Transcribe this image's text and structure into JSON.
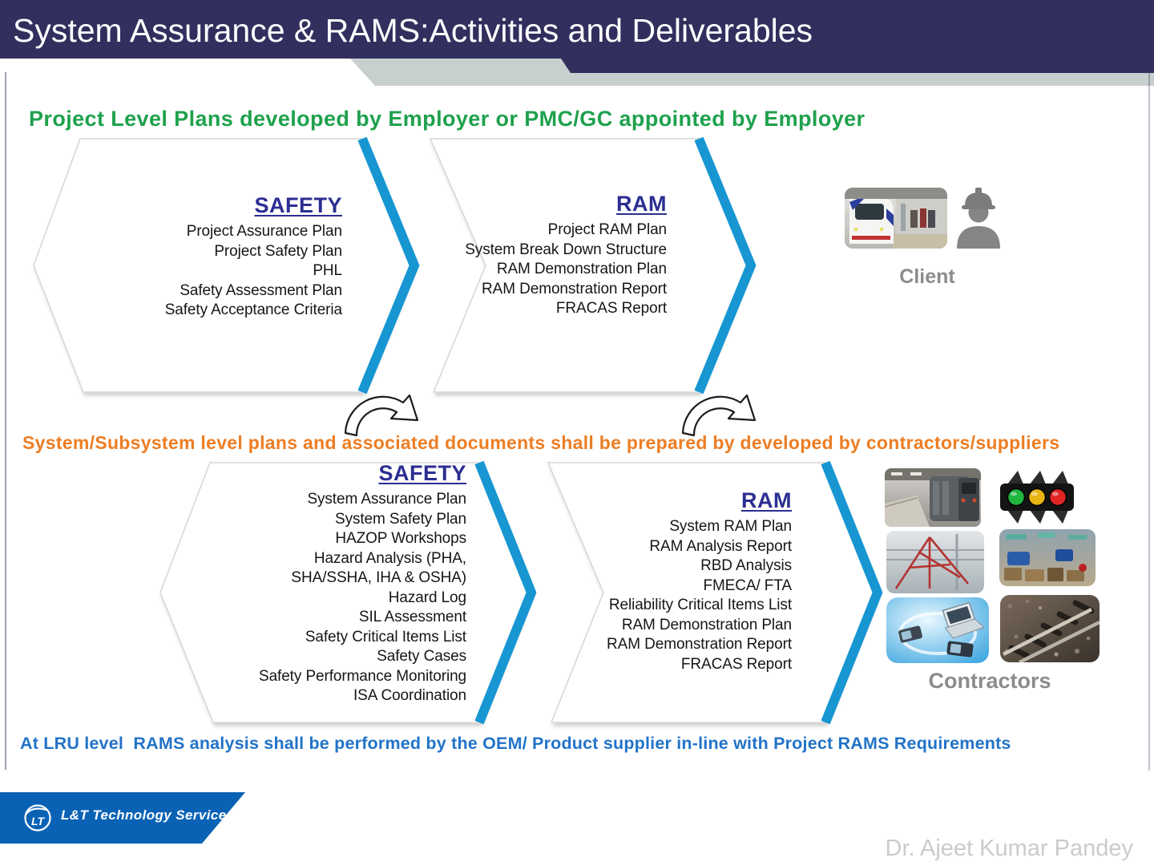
{
  "slide": {
    "title": "System Assurance & RAMS:Activities and Deliverables",
    "author": "Dr. Ajeet Kumar Pandey"
  },
  "project_level": {
    "heading": "Project Level Plans developed by Employer or PMC/GC appointed by Employer",
    "safety": {
      "title": "SAFETY",
      "items": [
        "Project Assurance Plan",
        "Project Safety Plan",
        "PHL",
        "Safety Assessment Plan",
        "Safety Acceptance Criteria"
      ]
    },
    "ram": {
      "title": "RAM",
      "items": [
        "Project RAM Plan",
        "System Break Down Structure",
        "RAM Demonstration Plan",
        "RAM Demonstration Report",
        "FRACAS Report"
      ]
    },
    "client_label": "Client"
  },
  "system_level": {
    "heading": "System/Subsystem level plans and associated documents shall be prepared by developed by contractors/suppliers",
    "safety": {
      "title": "SAFETY",
      "items": [
        "System Assurance Plan",
        "System Safety Plan",
        "HAZOP Workshops",
        "Hazard Analysis (PHA,",
        "SHA/SSHA, IHA & OSHA)",
        "Hazard Log",
        "SIL Assessment",
        "Safety Critical Items List",
        "Safety Cases",
        "Safety Performance Monitoring",
        "ISA Coordination"
      ]
    },
    "ram": {
      "title": "RAM",
      "items": [
        "System RAM Plan",
        "RAM Analysis Report",
        "RBD Analysis",
        "FMECA/ FTA",
        "Reliability Critical Items List",
        "RAM Demonstration Plan",
        "RAM Demonstration Report",
        "FRACAS Report"
      ]
    },
    "contractors_label": "Contractors"
  },
  "lru_note": "At LRU level  RAMS analysis shall be performed by the OEM/ Product supplier in-line with Project RAMS Requirements",
  "footer": {
    "logo_text": "L&T Technology Services",
    "logo_monogram": "LT"
  },
  "icons": {
    "client": [
      "metro-train-photo",
      "construction-worker-icon"
    ],
    "contractors": [
      "metro-platform-photo",
      "traffic-signal-icon",
      "catenary-photo",
      "depot-interior-photo",
      "network-devices-photo",
      "railway-track-photo"
    ],
    "flow": [
      "chevron-arrow-shape",
      "curved-down-arrow"
    ]
  },
  "colors": {
    "header_bar": "#322F5E",
    "deco_gray": "#C7D0CE",
    "heading_green": "#1FA14D",
    "heading_orange": "#ED7D23",
    "note_blue": "#2273C8",
    "chevron_blue": "#1796D2",
    "section_title_navy": "#2B2E92",
    "label_gray": "#8C8C8C",
    "logo_blue": "#0A62B5",
    "author_gray": "#CBCBCB"
  }
}
